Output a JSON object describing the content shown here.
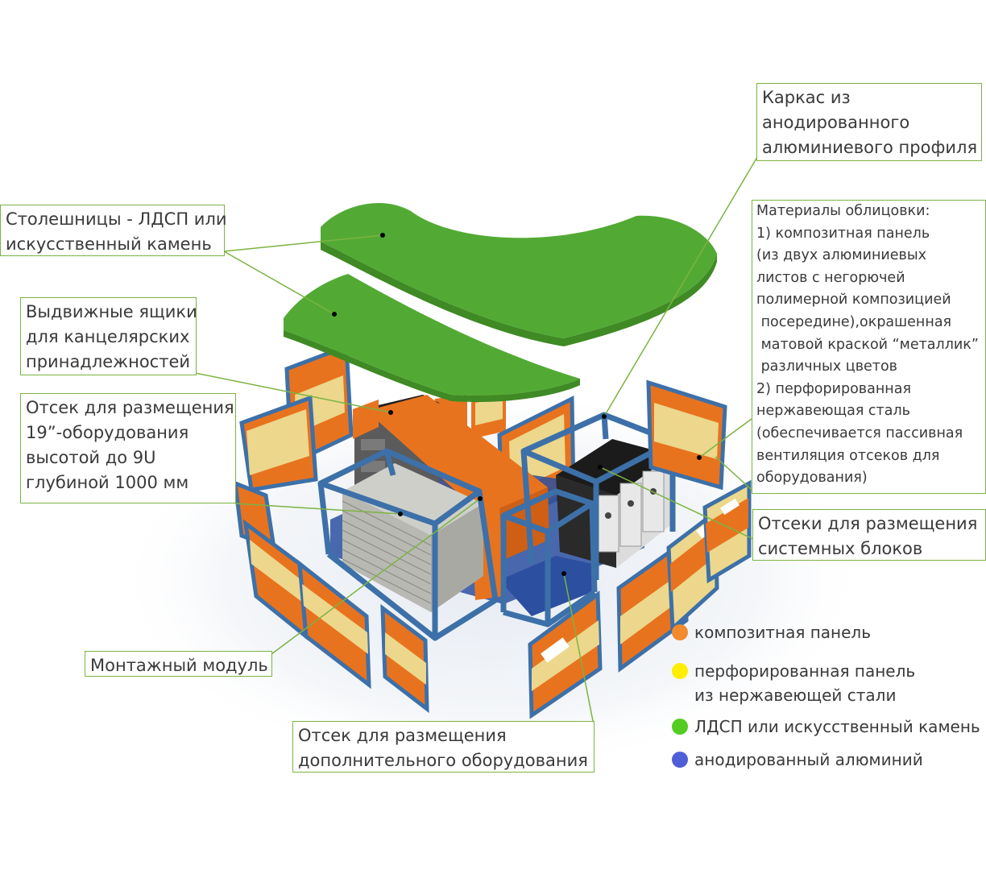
{
  "callouts": {
    "frame": "Каркас из\nанодированного\nалюминиевого профиля",
    "tabletops": "Столешницы - ЛДСП или\nискусственный камень",
    "drawers": "Выдвижные ящики\nдля канцелярских\nпринадлежностей",
    "rack_bay": "Отсек для размещения\n19”-оборудования\nвысотой до 9U\nглубиной 1000 мм",
    "cladding": "Материалы облицовки:\n1) композитная панель\n(из двух алюминиевых\nлистов с негорючей\nполимерной композицией\n посередине),окрашенная\n матовой краской “металлик”\n различных цветов\n2) перфорированная\nнержавеющая сталь\n(обеспечивается пассивная\nвентиляция отсеков для\nоборудования)",
    "system_units": "Отсеки для размещения\nсистемных блоков",
    "mount_module": "Монтажный модуль",
    "extra_bay": "Отсек для размещения\nдополнительного оборудования"
  },
  "legend": [
    {
      "label": "композитная панель",
      "color": "#f28a2e"
    },
    {
      "label": "перфорированная панель\nиз нержавеющей стали",
      "color": "#ffee00"
    },
    {
      "label": "ЛДСП или искусственный камень",
      "color": "#55cc22"
    },
    {
      "label": "анодированный алюминий",
      "color": "#4f5fd8"
    }
  ],
  "colors": {
    "tabletop": "#52aa34",
    "orange": "#e8731f",
    "yellow": "#ecd78c",
    "frame_blue": "#3d70a8",
    "equipment_gray": "#b9b9b3",
    "black_unit": "#1b1b1b",
    "callout_border": "#7cb342"
  }
}
